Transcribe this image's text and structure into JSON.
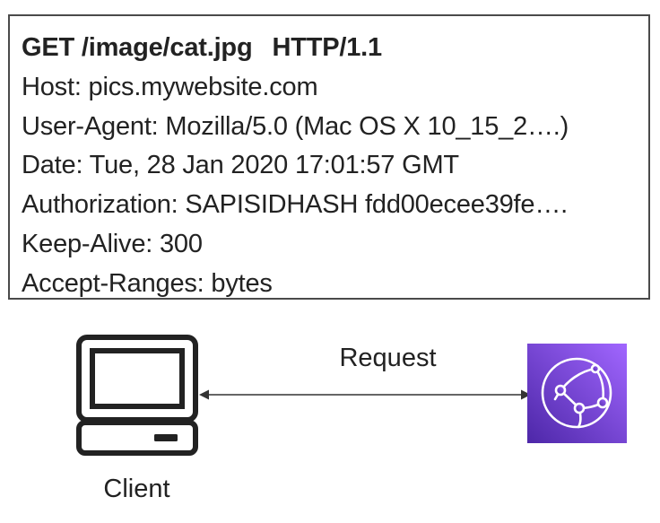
{
  "http_request": {
    "method": "GET",
    "path": "/image/cat.jpg",
    "protocol": "HTTP/1.1",
    "headers": [
      "Host: pics.mywebsite.com",
      "User-Agent: Mozilla/5.0 (Mac OS X 10_15_2….)",
      "Date: Tue, 28 Jan 2020 17:01:57 GMT",
      "Authorization: SAPISIDHASH fdd00ecee39fe….",
      "Keep-Alive: 300",
      "Accept-Ranges: bytes"
    ]
  },
  "diagram": {
    "client_label": "Client",
    "arrow_label": "Request",
    "client_icon": "laptop-icon",
    "edge_icon": "cloudfront-icon",
    "edge_color": "#7a3ce0"
  }
}
